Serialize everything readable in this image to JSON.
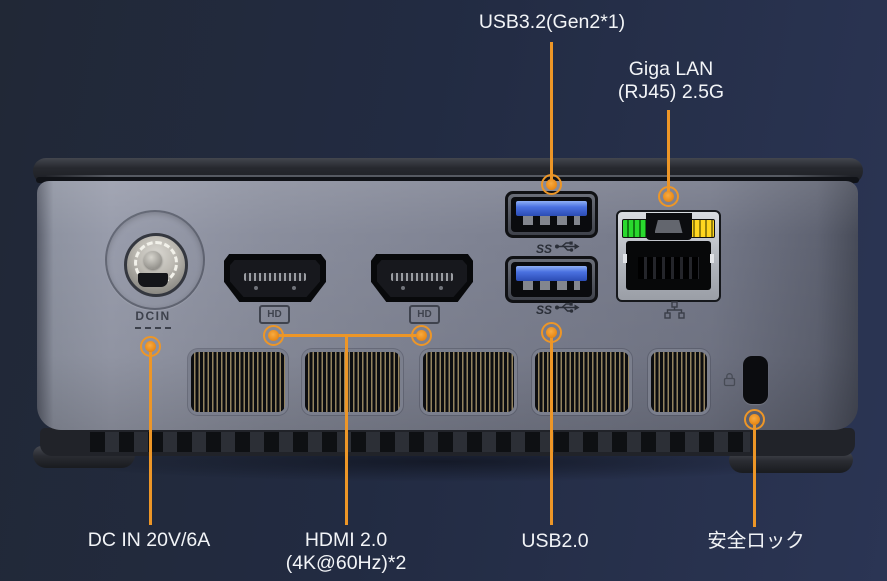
{
  "meta": {
    "title": "Mini PC rear panel port callout diagram"
  },
  "colors": {
    "background_start": "#212836",
    "background_end": "#2B3554",
    "accent_orange": "#ED9627",
    "label_text": "#F2F4F7",
    "chassis_gray": "#7E8292",
    "usb_tongue_blue": "#4A71E0",
    "lan_led_green": "#29D92E",
    "lan_led_yellow": "#FFD61F"
  },
  "annotations": {
    "usb32": {
      "label": "USB3.2(Gen2*1)"
    },
    "lan": {
      "line1": "Giga LAN",
      "line2": "(RJ45) 2.5G"
    },
    "dc": {
      "label": "DC IN 20V/6A"
    },
    "hdmi": {
      "line1": "HDMI 2.0",
      "line2": "(4K@60Hz)*2"
    },
    "usb2": {
      "label": "USB2.0"
    },
    "lock": {
      "label": "安全ロック"
    }
  },
  "panel": {
    "dc_engraving": "DCIN",
    "hdmi_badge": "HD",
    "usb_superspeed_text": "SS",
    "icons": {
      "usb_superspeed": "ss-trident-icon",
      "network": "network-icon",
      "security_lock": "lock-icon"
    }
  }
}
